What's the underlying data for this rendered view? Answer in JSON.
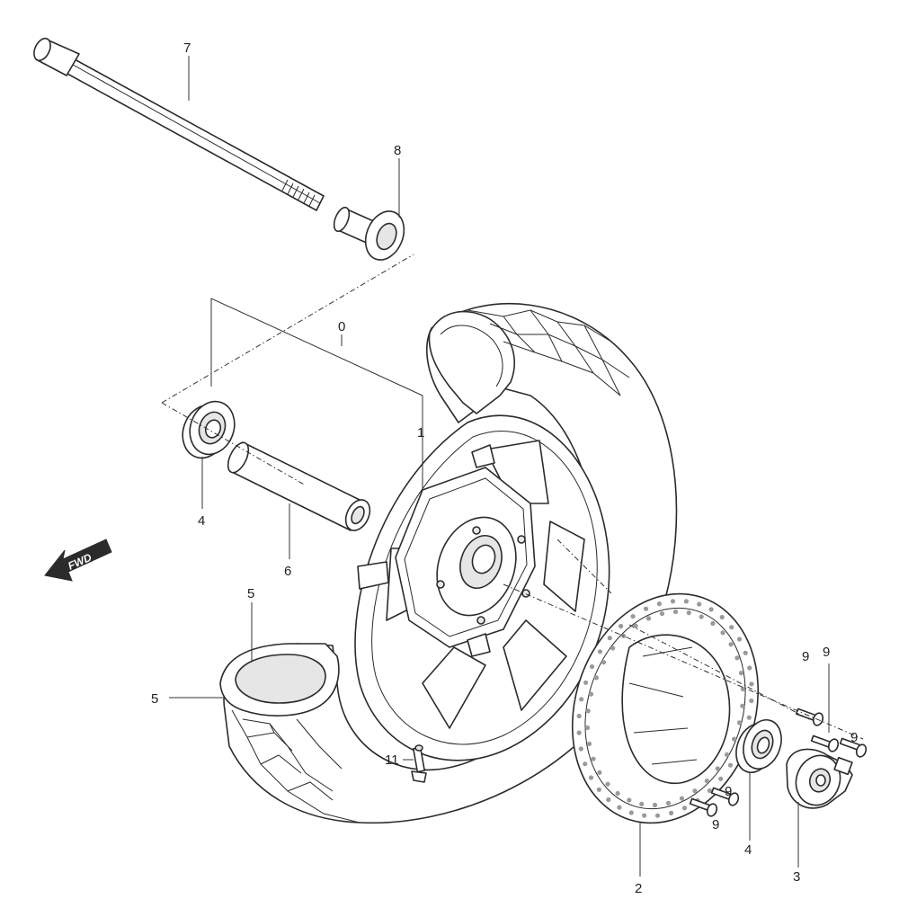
{
  "callouts": {
    "c0": "0",
    "c1": "1",
    "c2": "2",
    "c3": "3",
    "c4a": "4",
    "c4b": "4",
    "c5a": "5",
    "c5b": "5",
    "c6": "6",
    "c7": "7",
    "c8": "8",
    "c9a": "9",
    "c9b": "9",
    "c9c": "9",
    "c9d": "9",
    "c9e": "9",
    "c11": "11"
  },
  "direction_badge": "FWD",
  "icons": {
    "direction": "fwd-arrow-icon"
  },
  "colors": {
    "ink": "#2b2b2b",
    "background": "#ffffff"
  }
}
